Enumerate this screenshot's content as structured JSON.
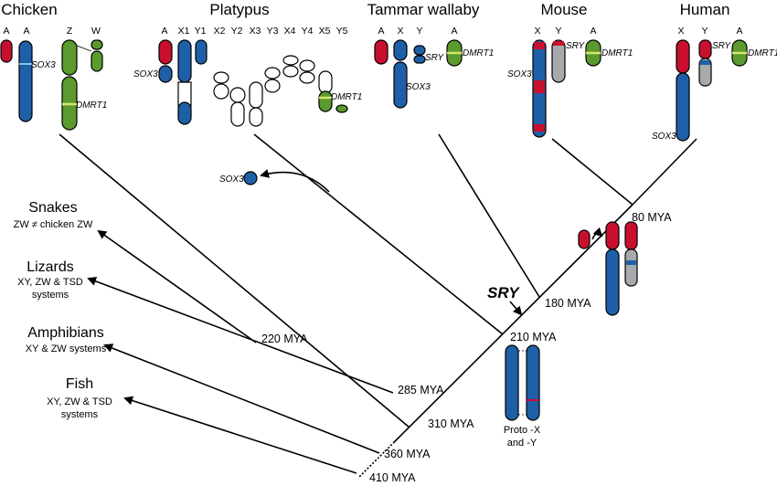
{
  "species": [
    "Chicken",
    "Platypus",
    "Tammar wallaby",
    "Mouse",
    "Human"
  ],
  "chrom_labels": {
    "chicken": [
      "A",
      "A",
      "Z",
      "W"
    ],
    "platypus": [
      "A",
      "X1",
      "Y1",
      "X2",
      "Y2",
      "X3",
      "Y3",
      "X4",
      "Y4",
      "X5",
      "Y5"
    ],
    "wallaby": [
      "A",
      "X",
      "Y",
      "A"
    ],
    "mouse": [
      "X",
      "Y",
      "A"
    ],
    "human": [
      "X",
      "Y",
      "A"
    ]
  },
  "genes": {
    "sox3": "SOX3",
    "dmrt1": "DMRT1",
    "sry": "SRY"
  },
  "sry_event": "SRY",
  "groups": [
    {
      "name": "Snakes",
      "desc": [
        "ZW ≠ chicken ZW"
      ]
    },
    {
      "name": "Lizards",
      "desc": [
        "XY, ZW & TSD",
        "systems"
      ]
    },
    {
      "name": "Amphibians",
      "desc": [
        "XY & ZW systems"
      ]
    },
    {
      "name": "Fish",
      "desc": [
        "XY, ZW & TSD",
        "systems"
      ]
    }
  ],
  "nodes": [
    "80 MYA",
    "180 MYA",
    "210 MYA",
    "220 MYA",
    "285 MYA",
    "310 MYA",
    "360 MYA",
    "410 MYA"
  ],
  "proto": [
    "Proto -X",
    "and -Y"
  ],
  "colors": {
    "blue": "#1f5fa8",
    "red": "#c8102e",
    "green": "#5a9a2e",
    "grey": "#a7a9ac",
    "stripe": "#7fc4e8"
  }
}
